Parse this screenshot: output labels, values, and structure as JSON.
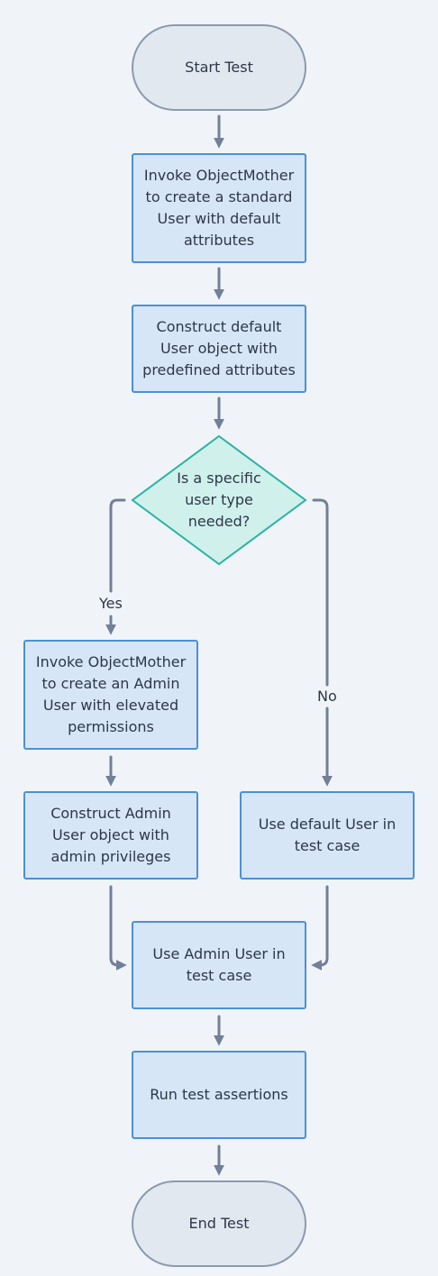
{
  "nodes": {
    "start": "Start Test",
    "invoke_standard": "Invoke ObjectMother to create a standard User with default attributes",
    "construct_default": "Construct default User object with predefined attributes",
    "decision": "Is a specific user type needed?",
    "invoke_admin": "Invoke ObjectMother to create an Admin User with elevated permissions",
    "construct_admin": "Construct Admin User object with admin privileges",
    "use_default": "Use default User in test case",
    "use_admin": "Use Admin User in test case",
    "run_assertions": "Run test assertions",
    "end": "End Test"
  },
  "edges": {
    "yes": "Yes",
    "no": "No"
  },
  "colors": {
    "process_fill": "#d6e6f7",
    "process_border": "#4a90d9",
    "decision_fill": "#d0f0ec",
    "decision_border": "#2ab3a0",
    "terminal_fill": "#e2e8f0",
    "terminal_border": "#8a9aae",
    "connector": "#718096"
  }
}
